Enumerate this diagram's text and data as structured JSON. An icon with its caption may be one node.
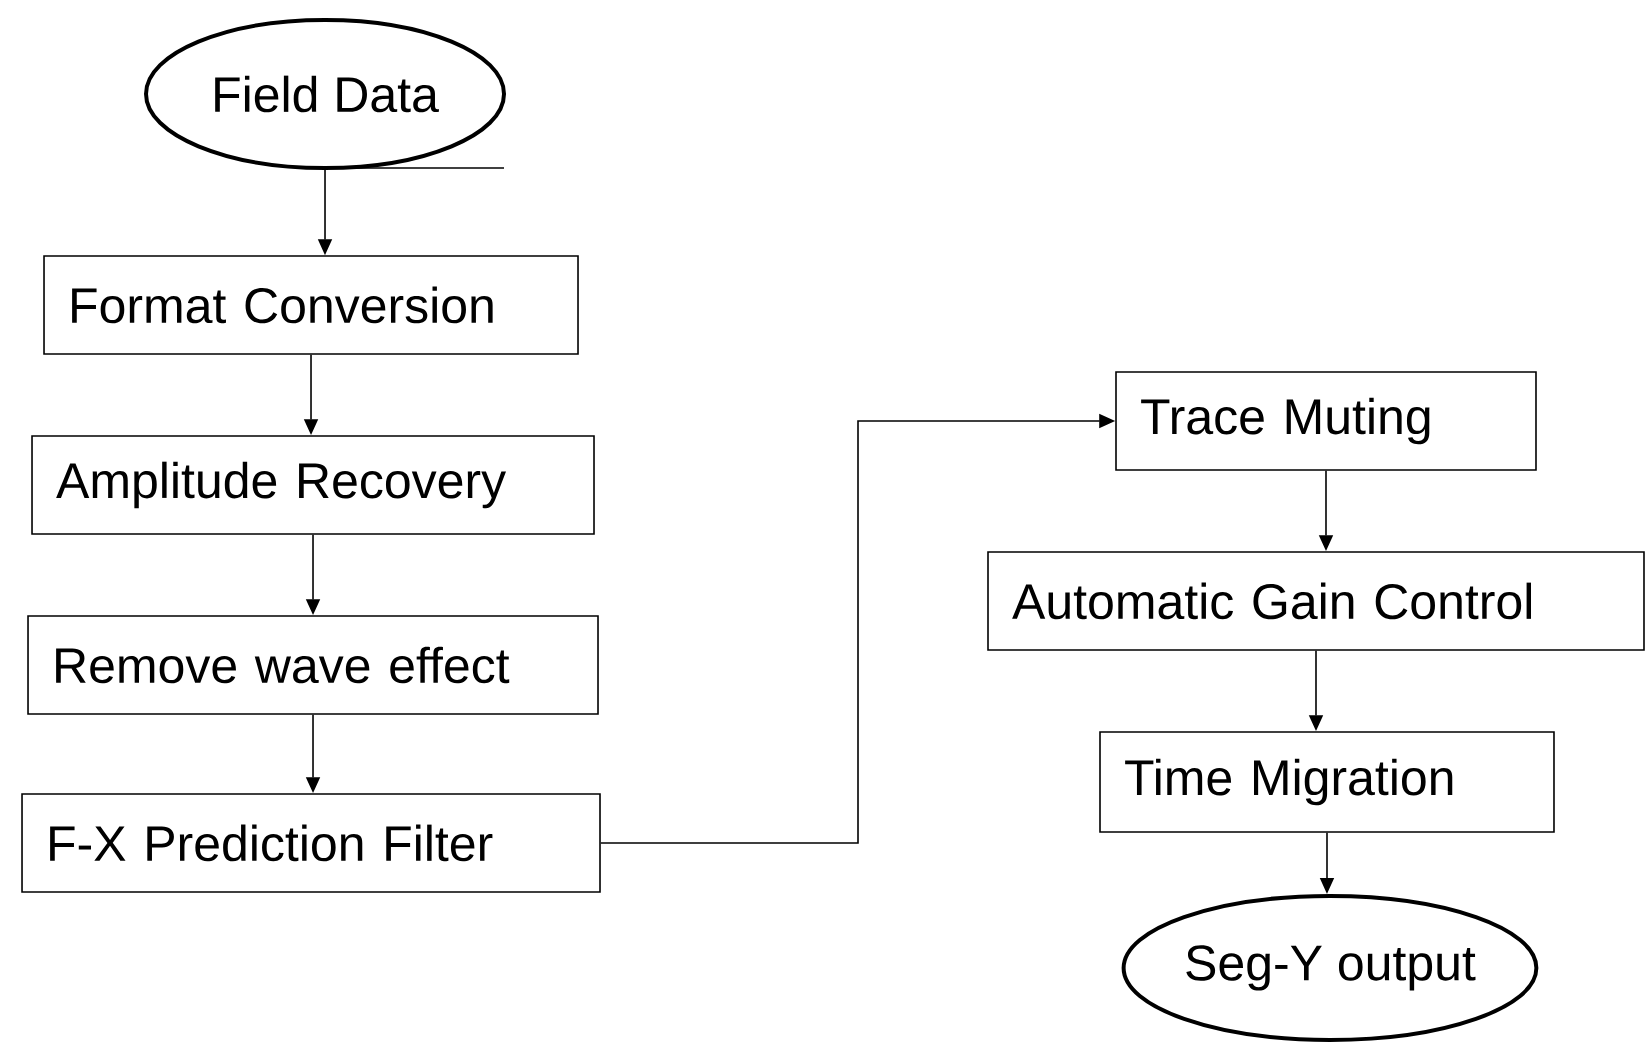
{
  "diagram": {
    "nodes": [
      {
        "text": [
          "Field Data"
        ]
      },
      {
        "text": [
          "Format Conversion"
        ]
      },
      {
        "text": [
          "Amplitude Recovery"
        ]
      },
      {
        "text": [
          "Remove wave effect"
        ]
      },
      {
        "text": [
          "F-X Prediction Filter"
        ]
      },
      {
        "text": [
          "Trace Muting"
        ]
      },
      {
        "text": [
          "Automatic Gain Control"
        ]
      },
      {
        "text": [
          "Time Migration"
        ]
      },
      {
        "text": [
          "Seg-Y output"
        ]
      }
    ],
    "edges": [
      {
        "from": 0,
        "to": 1,
        "arrow": "to"
      },
      {
        "from": 1,
        "to": 2,
        "arrow": "to"
      },
      {
        "from": 2,
        "to": 3,
        "arrow": "to"
      },
      {
        "from": 3,
        "to": 4,
        "arrow": "to"
      },
      {
        "from": 4,
        "to": 5,
        "arrow": "to"
      },
      {
        "from": 5,
        "to": 6,
        "arrow": "to"
      },
      {
        "from": 6,
        "to": 7,
        "arrow": "to"
      },
      {
        "from": 7,
        "to": 8,
        "arrow": "to"
      }
    ]
  }
}
